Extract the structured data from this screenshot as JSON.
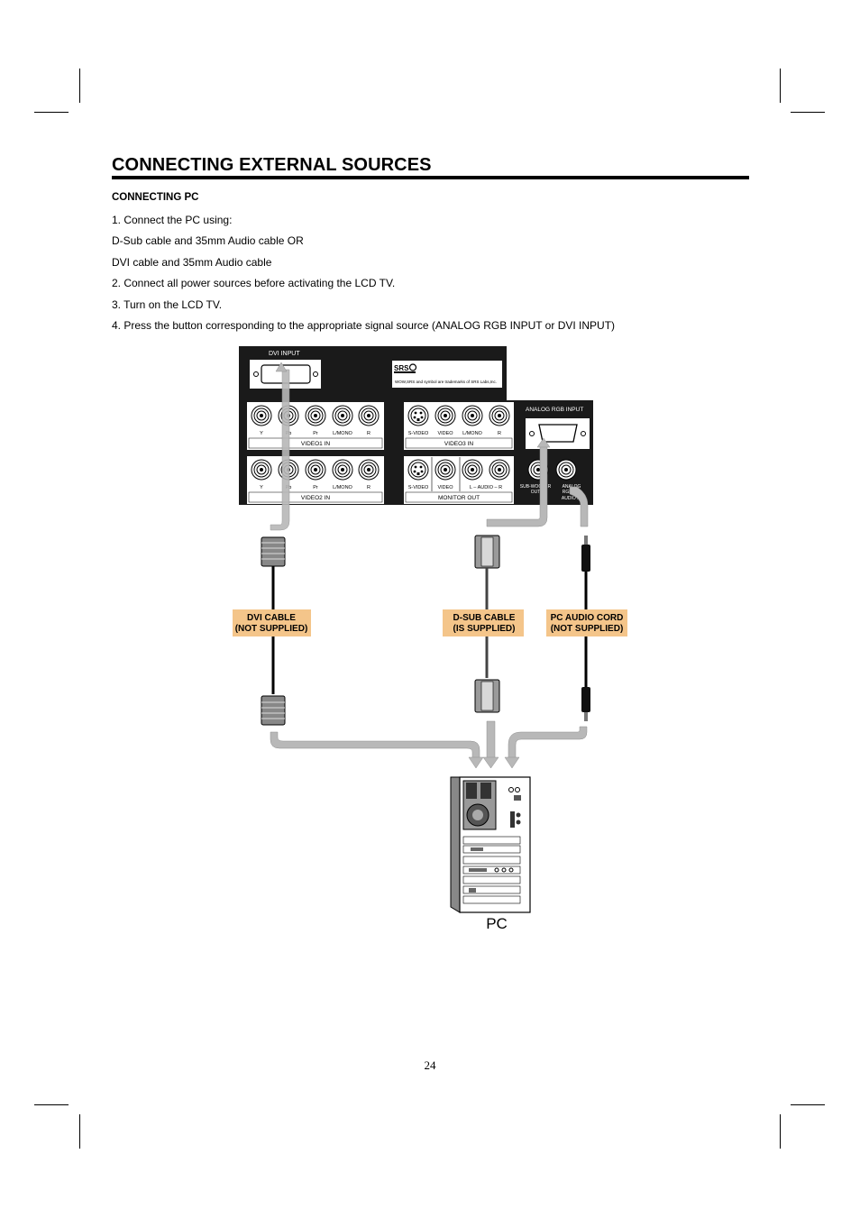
{
  "page": {
    "title": "CONNECTING EXTERNAL SOURCES",
    "section_heading": "CONNECTING PC",
    "steps": [
      "1. Connect the PC using:",
      "D-Sub cable and 35mm Audio cable OR",
      "DVI cable and 35mm Audio cable",
      "2. Connect all power sources before activating the LCD TV.",
      "3. Turn on the LCD TV.",
      "4. Press the button corresponding to the appropriate signal source (ANALOG RGB INPUT or DVI INPUT)"
    ],
    "page_number": "24"
  },
  "diagram": {
    "dvi_input_label": "DVI  INPUT",
    "analog_rgb_input_label": "ANALOG  RGB  INPUT",
    "srs_logo": "SRS",
    "srs_trademark": "WOW,SRS and  symbol are trademarks of SRS Labs,Inc.",
    "video1_jacks": [
      "Y",
      "Pb",
      "Pr",
      "L/MONO",
      "R"
    ],
    "video1_label": "VIDEO1 IN",
    "video2_jacks": [
      "Y",
      "Pb",
      "Pr",
      "L/MONO",
      "R"
    ],
    "video2_label": "VIDEO2 IN",
    "video3_jacks": [
      "S-VIDEO",
      "VIDEO",
      "L/MONO",
      "R"
    ],
    "video3_label": "VIDEO3 IN",
    "monitor_jacks": [
      "S-VIDEO",
      "VIDEO",
      "L – AUDIO – R"
    ],
    "monitor_label": "MONITOR  OUT",
    "subwoofer_label_1": "SUB-WOOFER",
    "subwoofer_label_2": "OUT",
    "analog_audio_label_1": "ANALOG",
    "analog_audio_label_2": "RGB/DVI",
    "analog_audio_label_3": "AUDIO  IN",
    "dvi_cable_line1": "DVI CABLE",
    "dvi_cable_line2": "(NOT SUPPLIED)",
    "dsub_cable_line1": "D-SUB CABLE",
    "dsub_cable_line2": "(IS SUPPLIED)",
    "audio_cord_line1": "PC AUDIO CORD",
    "audio_cord_line2": "(NOT SUPPLIED)",
    "pc_label": "PC",
    "colors": {
      "panel": "#1a1a1a",
      "label_box": "#f4c58a",
      "arrow": "#b8b8b8"
    }
  }
}
